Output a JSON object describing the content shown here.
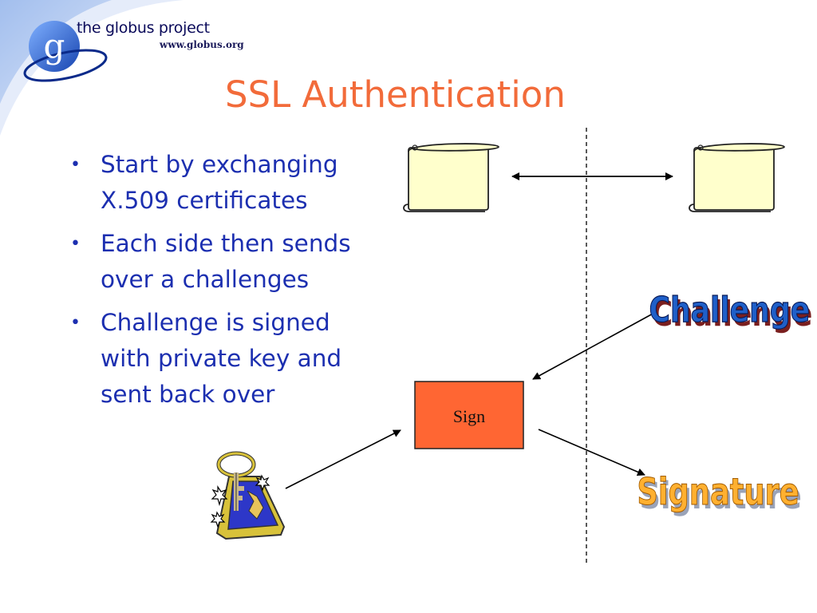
{
  "logo": {
    "org_name": "the globus project",
    "url": "www.globus.org",
    "letter": "g"
  },
  "title": "SSL Authentication",
  "bullets": [
    {
      "lines": [
        "Start by exchanging",
        "X.509 certificates"
      ]
    },
    {
      "lines": [
        "Each side then sends",
        "over a challenges"
      ]
    },
    {
      "lines": [
        "Challenge is signed",
        "with private key and",
        "sent back over"
      ]
    }
  ],
  "diagram": {
    "sign_box_label": "Sign",
    "challenge_label": "Challenge",
    "signature_label": "Signature",
    "icons": [
      "certificate-scroll-icon",
      "certificate-scroll-icon",
      "key-tag-icon"
    ]
  },
  "colors": {
    "title": "#f26b3a",
    "bullet_text": "#1c2fb0",
    "sign_box_fill": "#ff6633",
    "scroll_fill": "#ffffcc",
    "challenge_fill": "#1f5fc8",
    "signature_fill": "#ffb030"
  }
}
